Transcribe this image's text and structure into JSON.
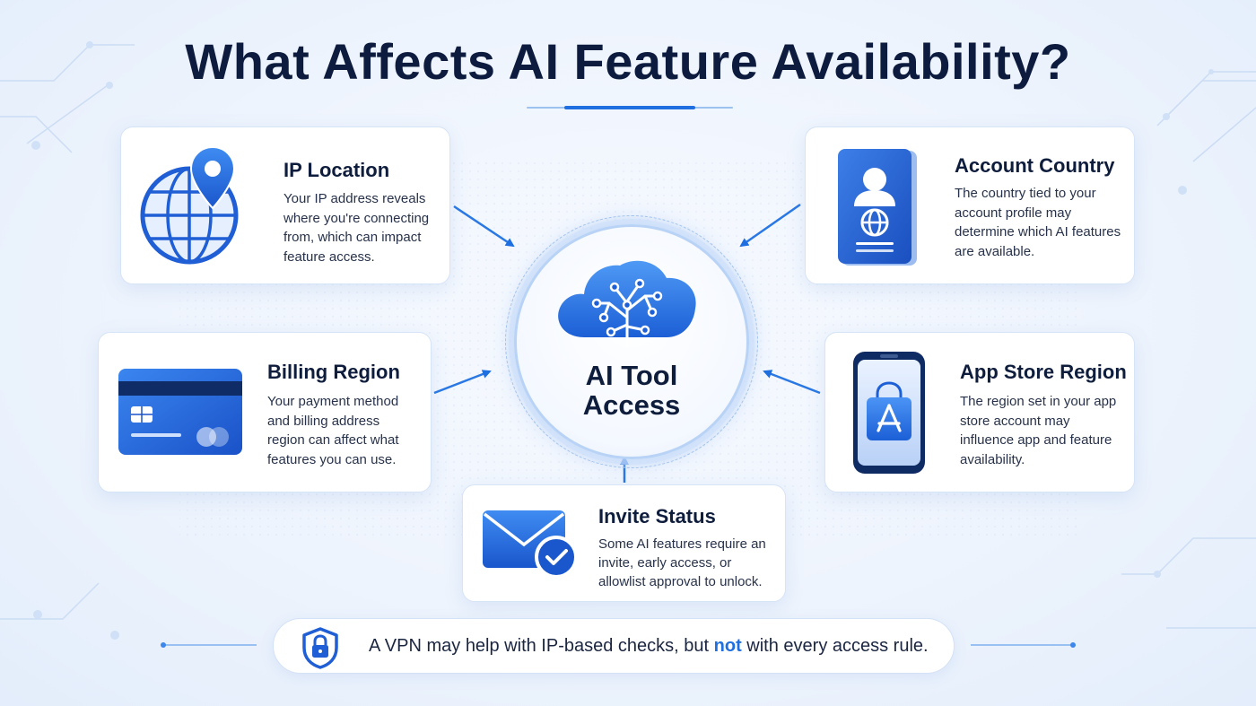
{
  "title": "What Affects AI Feature Availability?",
  "center": {
    "line1": "AI Tool",
    "line2": "Access",
    "icon": "cloud-brain-icon"
  },
  "cards": {
    "ip": {
      "title": "IP Location",
      "text": "Your IP address reveals where you're connecting from, which can impact feature access.",
      "icon": "globe-location-pin-icon"
    },
    "account": {
      "title": "Account Country",
      "text": "The country tied to your account profile may determine which AI features are available.",
      "icon": "passport-id-icon"
    },
    "billing": {
      "title": "Billing Region",
      "text": "Your payment method and billing address region can affect what features you can use.",
      "icon": "credit-card-icon"
    },
    "appstore": {
      "title": "App Store Region",
      "text": "The region set in your app store account may influence app and feature availability.",
      "icon": "app-store-phone-icon"
    },
    "invite": {
      "title": "Invite Status",
      "text": "Some AI features require an invite, early access, or allowlist approval to unlock.",
      "icon": "envelope-check-icon"
    }
  },
  "banner": {
    "icon": "shield-lock-icon",
    "text_before": "A VPN may help with IP-based checks, but ",
    "text_emphasis": "not",
    "text_after": " with every access rule."
  },
  "colors": {
    "accent": "#1f6fe0",
    "title": "#0d1b3e",
    "icon_blue": "#2563d6"
  }
}
